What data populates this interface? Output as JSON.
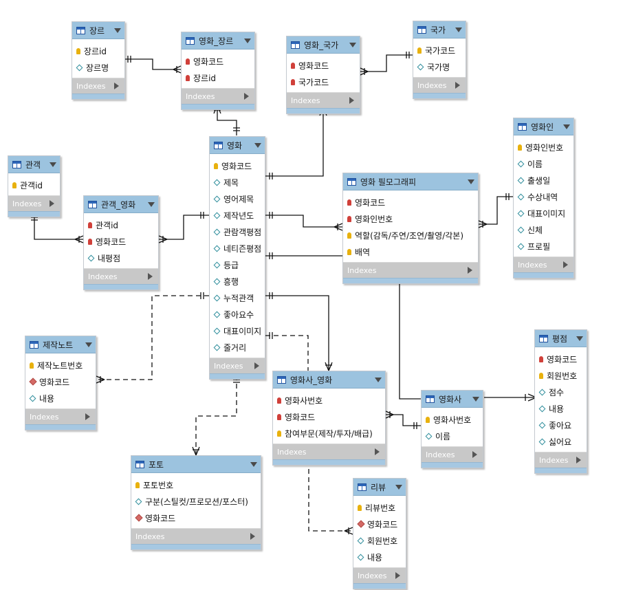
{
  "entities": {
    "genre": {
      "title": "장르",
      "indexes": "Indexes",
      "columns": [
        {
          "label": "장르id",
          "key": "pk"
        },
        {
          "label": "장르명",
          "key": "attr"
        }
      ]
    },
    "movie_genre": {
      "title": "영화_장르",
      "indexes": "Indexes",
      "columns": [
        {
          "label": "영화코드",
          "key": "fk"
        },
        {
          "label": "장르id",
          "key": "fk"
        }
      ]
    },
    "movie_country": {
      "title": "영화_국가",
      "indexes": "Indexes",
      "columns": [
        {
          "label": "영화코드",
          "key": "fk"
        },
        {
          "label": "국가코드",
          "key": "fk"
        }
      ]
    },
    "country": {
      "title": "국가",
      "indexes": "Indexes",
      "columns": [
        {
          "label": "국가코드",
          "key": "pk"
        },
        {
          "label": "국가명",
          "key": "attr"
        }
      ]
    },
    "person": {
      "title": "영화인",
      "indexes": "Indexes",
      "columns": [
        {
          "label": "영화인번호",
          "key": "pk"
        },
        {
          "label": "이름",
          "key": "attr"
        },
        {
          "label": "출생일",
          "key": "attr"
        },
        {
          "label": "수상내역",
          "key": "attr"
        },
        {
          "label": "대표이미지",
          "key": "attr"
        },
        {
          "label": "신체",
          "key": "attr"
        },
        {
          "label": "프로필",
          "key": "attr"
        }
      ]
    },
    "audience": {
      "title": "관객",
      "indexes": "Indexes",
      "columns": [
        {
          "label": "관객id",
          "key": "pk"
        }
      ]
    },
    "audience_movie": {
      "title": "관객_영화",
      "indexes": "Indexes",
      "columns": [
        {
          "label": "관객id",
          "key": "fk"
        },
        {
          "label": "영화코드",
          "key": "fk"
        },
        {
          "label": "내평점",
          "key": "attr"
        }
      ]
    },
    "movie": {
      "title": "영화",
      "indexes": "Indexes",
      "columns": [
        {
          "label": "영화코드",
          "key": "pk"
        },
        {
          "label": "제목",
          "key": "attr"
        },
        {
          "label": "영어제목",
          "key": "attr"
        },
        {
          "label": "제작년도",
          "key": "attr"
        },
        {
          "label": "관람객평점",
          "key": "attr"
        },
        {
          "label": "네티즌평점",
          "key": "attr"
        },
        {
          "label": "등급",
          "key": "attr"
        },
        {
          "label": "흥행",
          "key": "attr"
        },
        {
          "label": "누적관객",
          "key": "attr"
        },
        {
          "label": "좋아요수",
          "key": "attr"
        },
        {
          "label": "대표이미지",
          "key": "attr"
        },
        {
          "label": "줄거리",
          "key": "attr"
        }
      ]
    },
    "filmography": {
      "title": "영화 필모그래피",
      "indexes": "Indexes",
      "columns": [
        {
          "label": "영화코드",
          "key": "fk"
        },
        {
          "label": "영화인번호",
          "key": "fk"
        },
        {
          "label": "역할(감독/주연/조연/촬영/각본)",
          "key": "pk"
        },
        {
          "label": "배역",
          "key": "pk"
        }
      ]
    },
    "making_note": {
      "title": "제작노트",
      "indexes": "Indexes",
      "columns": [
        {
          "label": "제작노트번호",
          "key": "pk"
        },
        {
          "label": "영화코드",
          "key": "fkattr"
        },
        {
          "label": "내용",
          "key": "attr"
        }
      ]
    },
    "rating": {
      "title": "평점",
      "indexes": "Indexes",
      "columns": [
        {
          "label": "영화코드",
          "key": "fk"
        },
        {
          "label": "회원번호",
          "key": "pk"
        },
        {
          "label": "점수",
          "key": "attr"
        },
        {
          "label": "내용",
          "key": "attr"
        },
        {
          "label": "좋아요",
          "key": "attr"
        },
        {
          "label": "싫어요",
          "key": "attr"
        }
      ]
    },
    "company_movie": {
      "title": "영화사_영화",
      "indexes": "Indexes",
      "columns": [
        {
          "label": "영화사번호",
          "key": "fk"
        },
        {
          "label": "영화코드",
          "key": "fk"
        },
        {
          "label": "참여부문(제작/투자/배급)",
          "key": "pk"
        }
      ]
    },
    "company": {
      "title": "영화사",
      "indexes": "Indexes",
      "columns": [
        {
          "label": "영화사번호",
          "key": "pk"
        },
        {
          "label": "이름",
          "key": "attr"
        }
      ]
    },
    "photo": {
      "title": "포토",
      "indexes": "Indexes",
      "columns": [
        {
          "label": "포토번호",
          "key": "pk"
        },
        {
          "label": "구분(스틸컷/프로모션/포스터)",
          "key": "attr"
        },
        {
          "label": "영화코드",
          "key": "fkattr"
        }
      ]
    },
    "review": {
      "title": "리뷰",
      "indexes": "Indexes",
      "columns": [
        {
          "label": "리뷰번호",
          "key": "pk"
        },
        {
          "label": "영화코드",
          "key": "fkattr"
        },
        {
          "label": "회원번호",
          "key": "attr"
        },
        {
          "label": "내용",
          "key": "attr"
        }
      ]
    }
  }
}
